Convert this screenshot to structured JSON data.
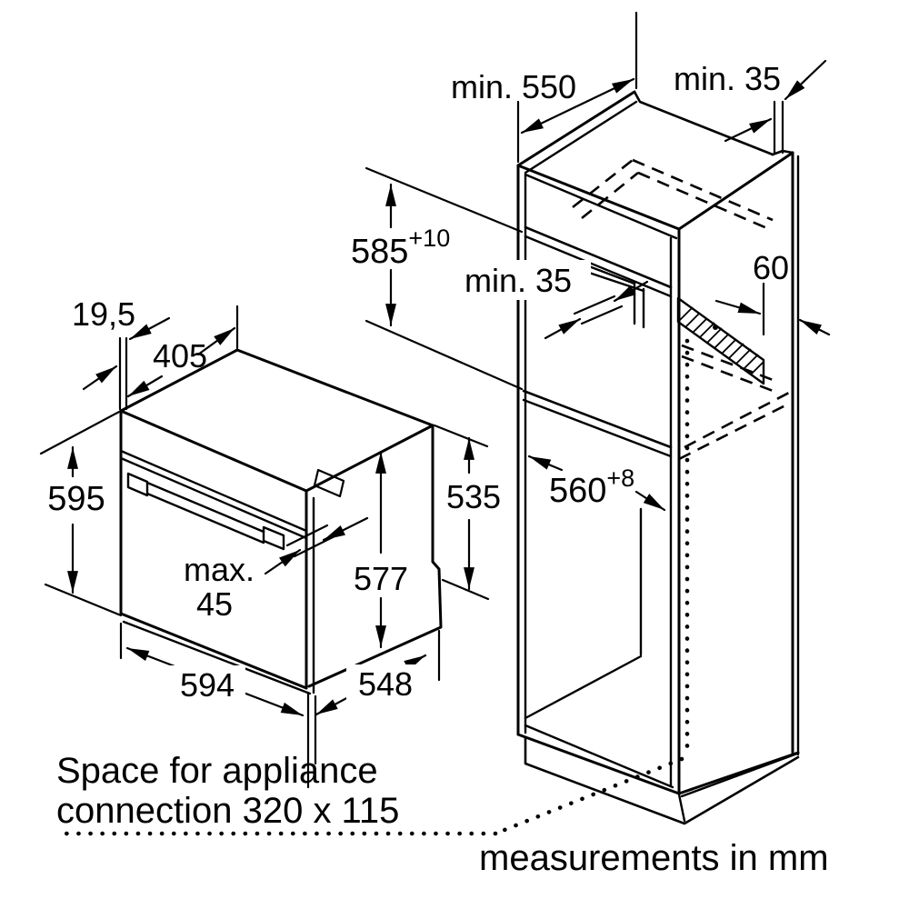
{
  "page": {
    "background": "#ffffff",
    "line_color": "#000000"
  },
  "notes": {
    "connection_line1": "Space for appliance",
    "connection_line2": "connection 320 x 115",
    "units": "measurements in mm"
  },
  "cabinet_dims": {
    "depth": "min. 550",
    "top_rear_gap": "min. 35",
    "niche_height": "585",
    "niche_height_tol": "+10",
    "shelf_rear_gap": "min. 35",
    "vent_depth": "60",
    "niche_width": "560",
    "niche_width_tol": "+8"
  },
  "oven_dims": {
    "front_lip": "19,5",
    "top_depth": "405",
    "front_height": "595",
    "door_protrusion_label": "max.",
    "door_protrusion_value": "45",
    "front_width": "594",
    "body_depth": "548",
    "body_height_rear": "577",
    "body_height_side": "535"
  }
}
